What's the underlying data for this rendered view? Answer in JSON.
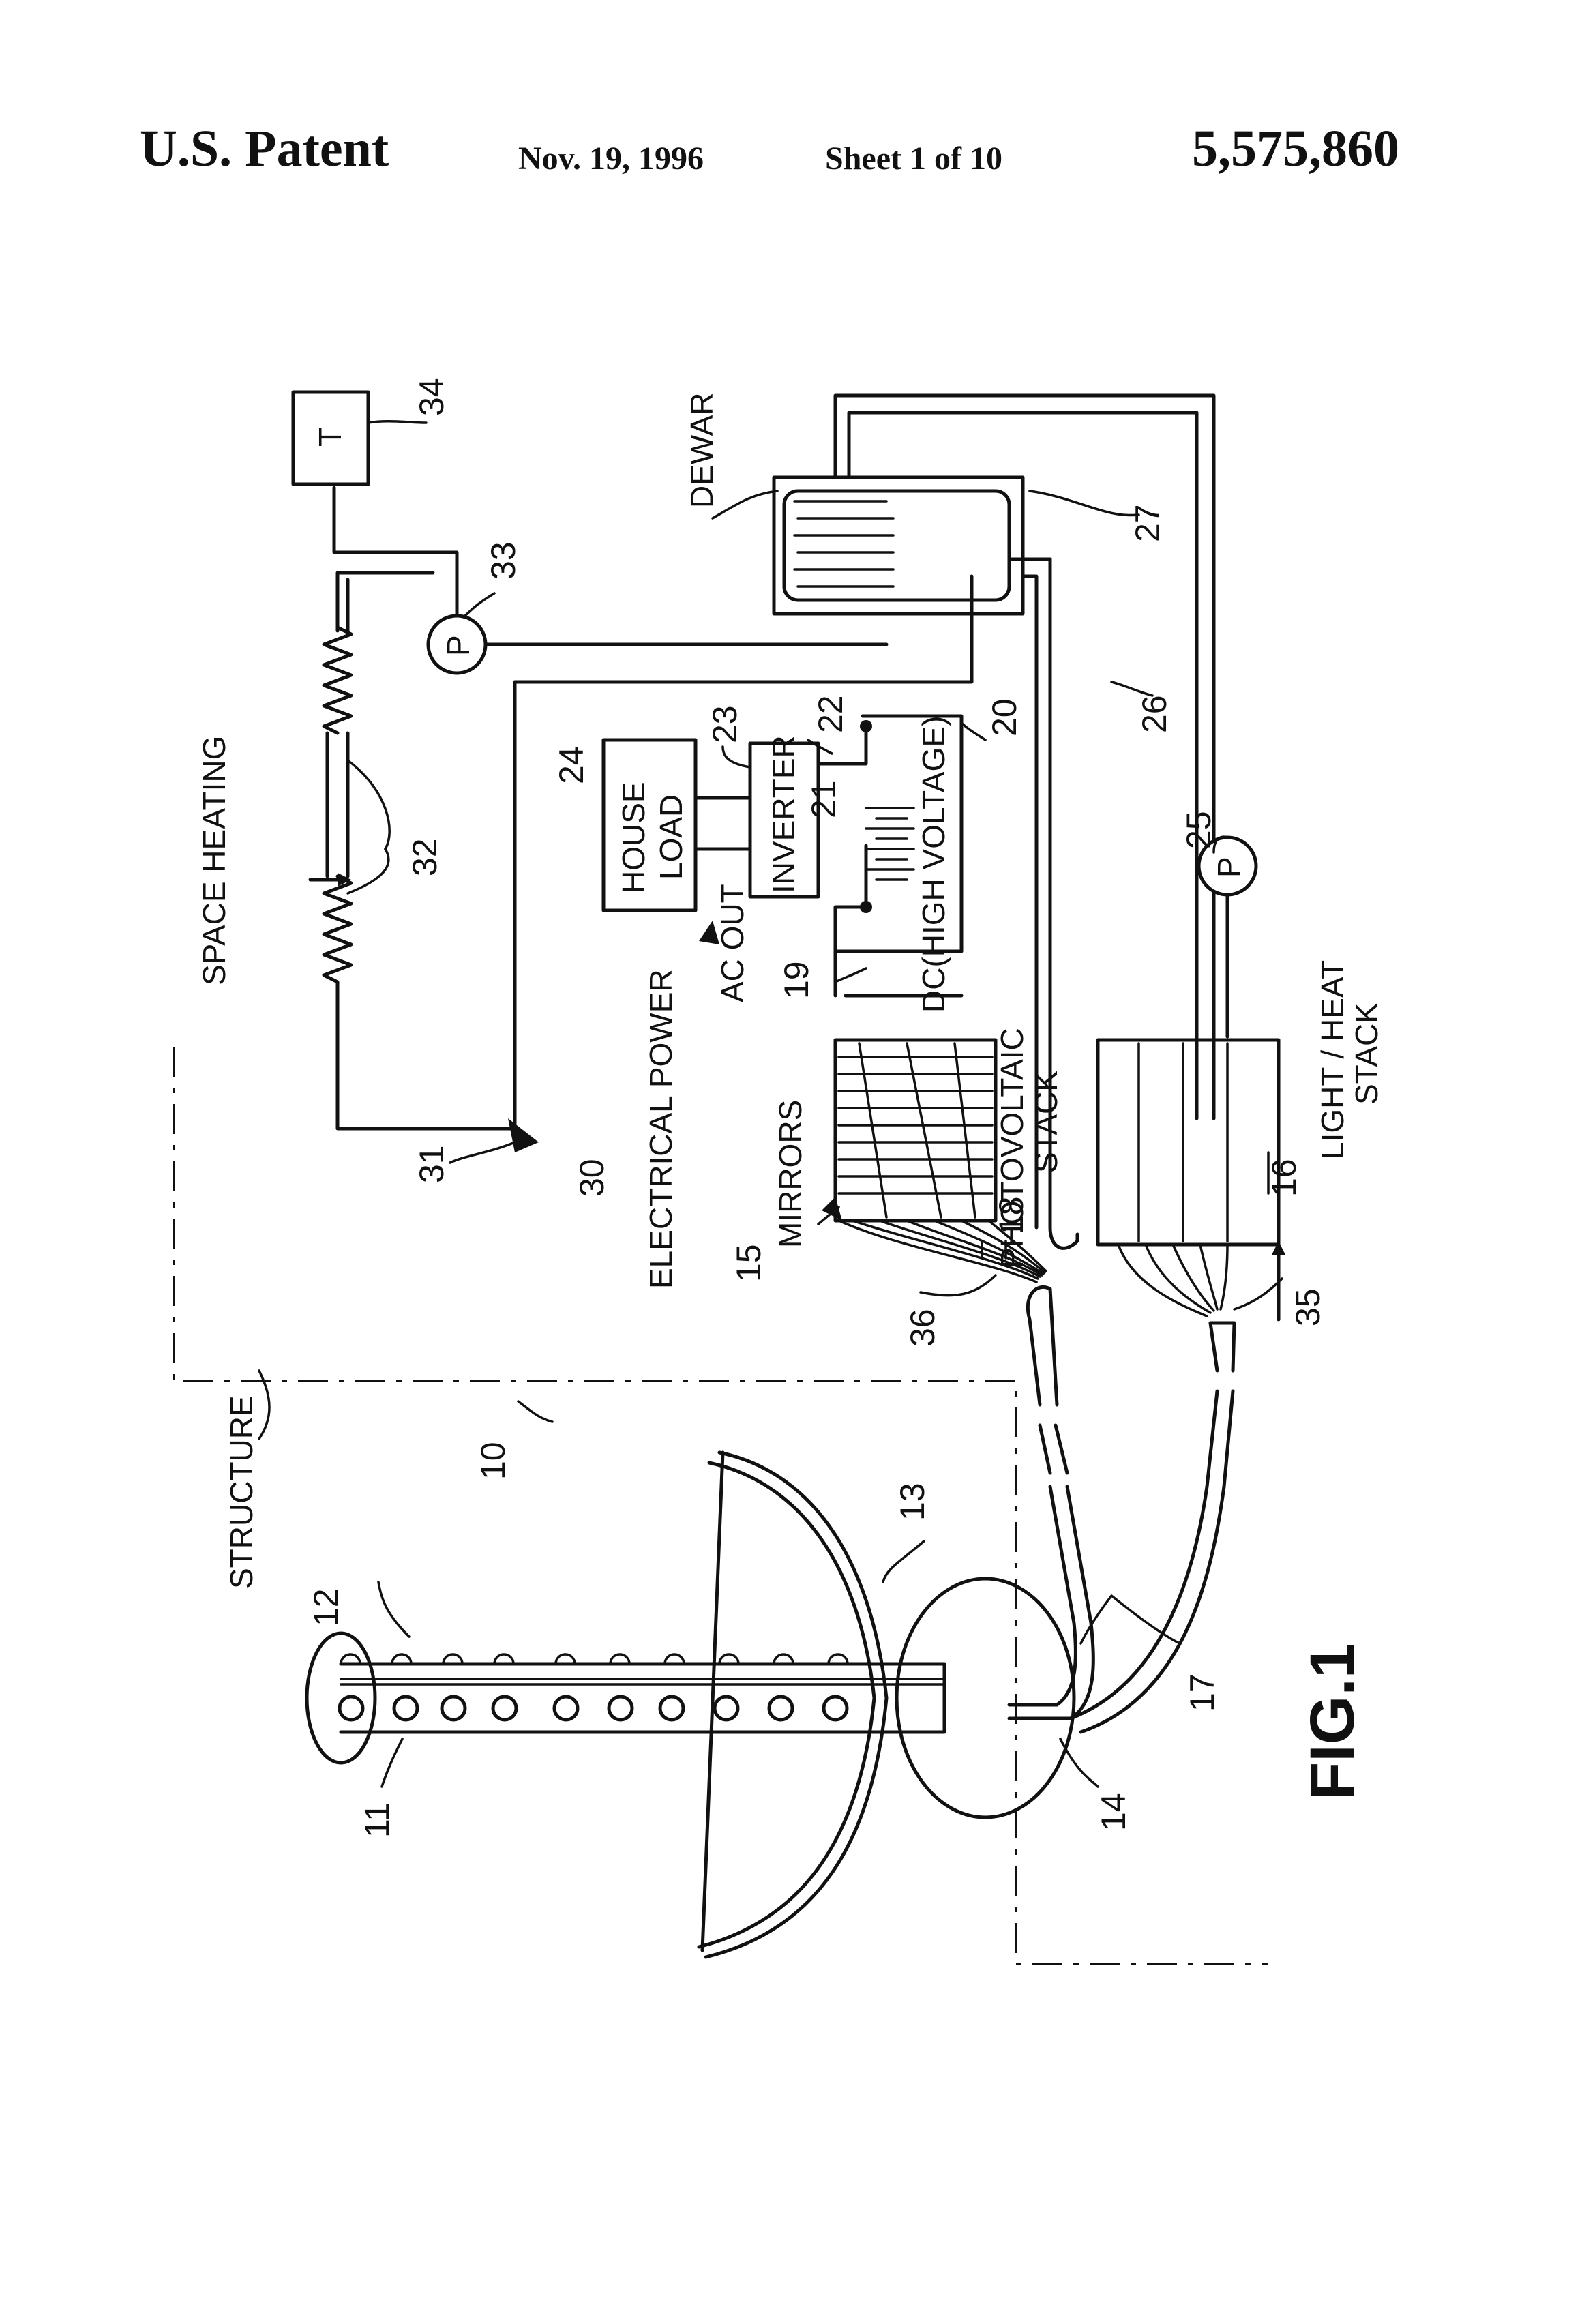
{
  "header": {
    "left": "U.S. Patent",
    "date": "Nov. 19, 1996",
    "sheet": "Sheet 1 of 10",
    "patent_number": "5,575,860"
  },
  "figure": {
    "label": "FIG.1",
    "labels": {
      "structure": "STRUCTURE",
      "space_heating": "SPACE HEATING",
      "electrical_power": "ELECTRICAL POWER",
      "mirrors": "MIRRORS",
      "photovoltaic": "PHOTOVOLTAIC",
      "stack": "STACK",
      "dc_high_voltage": "DC(HIGH VOLTAGE)",
      "ac_out": "AC OUT",
      "inverter": "INVERTER",
      "house": "HOUSE",
      "load": "LOAD",
      "dewar": "DEWAR",
      "light_heat": "LIGHT / HEAT",
      "thermostat": "T",
      "pump": "P"
    },
    "refs": {
      "r10": "10",
      "r11": "11",
      "r12": "12",
      "r13": "13",
      "r14": "14",
      "r15": "15",
      "r16": "16",
      "r17": "17",
      "r18": "18",
      "r19": "19",
      "r20": "20",
      "r21": "21",
      "r22": "22",
      "r23": "23",
      "r24": "24",
      "r25": "25",
      "r26": "26",
      "r27": "27",
      "r30": "30",
      "r31": "31",
      "r32": "32",
      "r33": "33",
      "r34": "34",
      "r35": "35",
      "r36": "36"
    }
  }
}
